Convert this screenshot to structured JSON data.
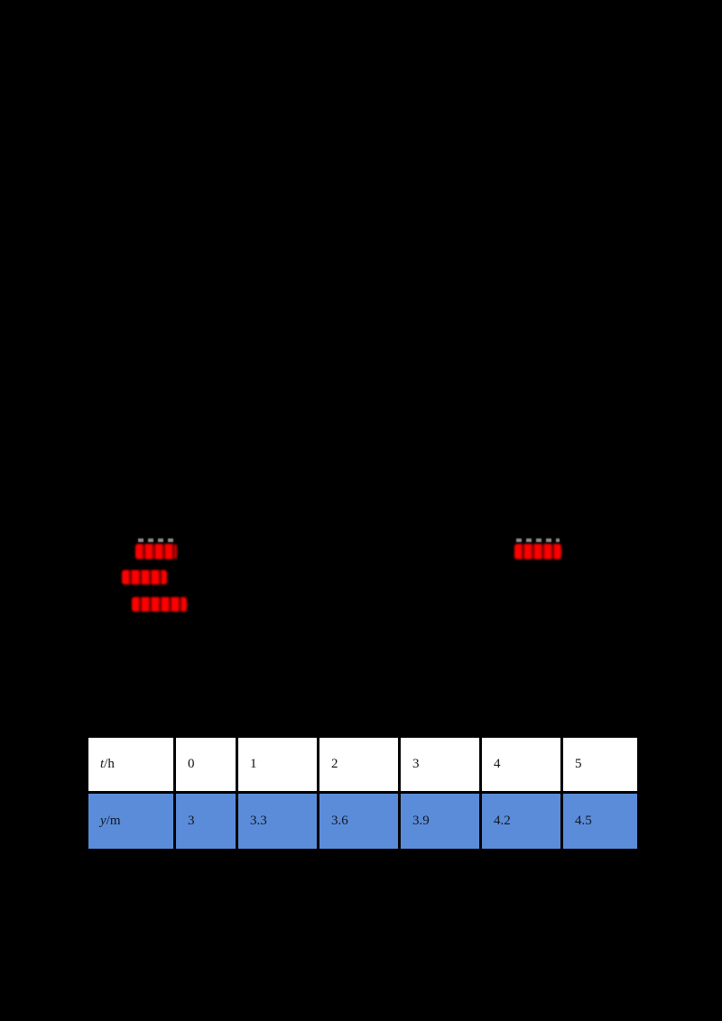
{
  "page": {
    "background_color": "#000000"
  },
  "annotations": {
    "ink_color": "#ff0000",
    "tick_color": "#8a8a8a",
    "left_group_mark_count": 3,
    "right_group_mark_count": 1
  },
  "table": {
    "header_row_bg": "#ffffff",
    "data_row_bg": "#5b8cd9",
    "border_color": "#000000",
    "rows": [
      {
        "label": {
          "variable": "t",
          "unit": "/h"
        },
        "values": [
          "0",
          "1",
          "2",
          "3",
          "4",
          "5"
        ]
      },
      {
        "label": {
          "variable": "y",
          "unit": "/m"
        },
        "values": [
          "3",
          "3.3",
          "3.6",
          "3.9",
          "4.2",
          "4.5"
        ]
      }
    ]
  }
}
